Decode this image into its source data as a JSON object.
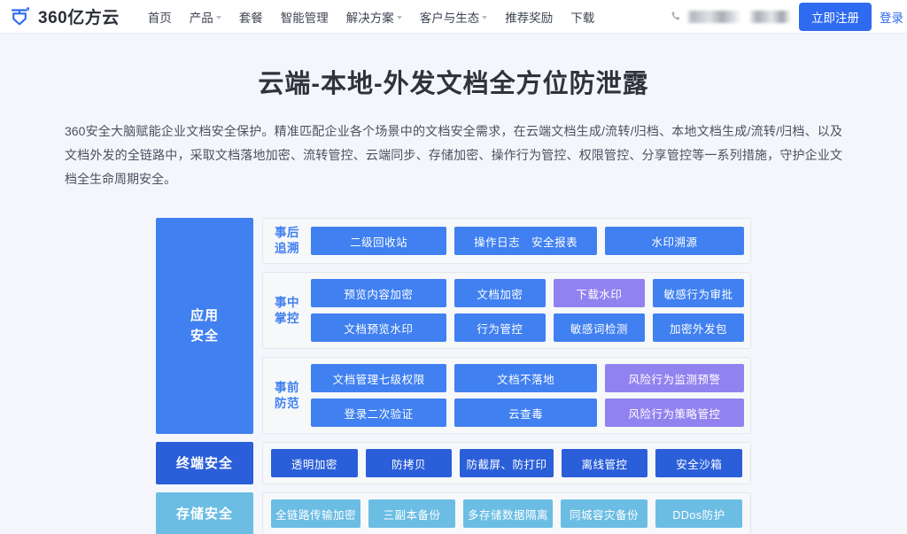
{
  "navbar": {
    "brand_text": "360亿方云",
    "brand_icon": "shield-logo-icon",
    "links": [
      {
        "label": "首页",
        "has_caret": false
      },
      {
        "label": "产品",
        "has_caret": true
      },
      {
        "label": "套餐",
        "has_caret": false
      },
      {
        "label": "智能管理",
        "has_caret": false
      },
      {
        "label": "解决方案",
        "has_caret": true
      },
      {
        "label": "客户与生态",
        "has_caret": true
      },
      {
        "label": "推荐奖励",
        "has_caret": false
      },
      {
        "label": "下载",
        "has_caret": false
      }
    ],
    "phone_icon": "phone-icon",
    "phone_value": "",
    "register_label": "立即注册",
    "login_label": "登录"
  },
  "hero": {
    "title": "云端-本地-外发文档全方位防泄露",
    "description": "360安全大脑赋能企业文档安全保护。精准匹配企业各个场景中的文档安全需求，在云端文档生成/流转/归档、本地文档生成/流转/归档、以及文档外发的全链路中，采取文档落地加密、流转管控、云端同步、存储加密、操作行为管控、权限管控、分享管控等一系列措施，守护企业文档全生命周期安全。"
  },
  "colors": {
    "brand_blue": "#2f6bf0",
    "chip_blue": "#4080f0",
    "chip_purple": "#9282f0",
    "chip_dark_blue": "#2b5fd9",
    "chip_light_blue": "#6bbde4",
    "page_bg": "#f4f6fb",
    "group_bg": "#f7f8fa"
  },
  "diagram": {
    "tiers": [
      {
        "label": "应用\n安全",
        "label_line1": "应用",
        "label_line2": "安全",
        "color": "#4080f0",
        "groups": [
          {
            "label_line1": "事后",
            "label_line2": "追溯",
            "rows": [
              [
                {
                  "label": "二级回收站",
                  "color": "blue",
                  "flex": 2
                },
                {
                  "label": "操作日志　安全报表",
                  "color": "blue",
                  "flex": 2.1
                },
                {
                  "label": "水印溯源",
                  "color": "blue",
                  "flex": 2.05
                }
              ]
            ]
          },
          {
            "label_line1": "事中",
            "label_line2": "掌控",
            "rows": [
              [
                {
                  "label": "预览内容加密",
                  "color": "blue",
                  "flex": 2.15
                },
                {
                  "label": "文档加密",
                  "color": "blue",
                  "flex": 1.45
                },
                {
                  "label": "下载水印",
                  "color": "purple",
                  "flex": 1.45
                },
                {
                  "label": "敏感行为审批",
                  "color": "blue",
                  "flex": 1.45
                }
              ],
              [
                {
                  "label": "文档预览水印",
                  "color": "blue",
                  "flex": 2.15
                },
                {
                  "label": "行为管控",
                  "color": "blue",
                  "flex": 1.45
                },
                {
                  "label": "敏感词检测",
                  "color": "blue",
                  "flex": 1.45
                },
                {
                  "label": "加密外发包",
                  "color": "blue",
                  "flex": 1.45
                }
              ]
            ]
          },
          {
            "label_line1": "事前",
            "label_line2": "防范",
            "rows": [
              [
                {
                  "label": "文档管理七级权限",
                  "color": "blue",
                  "flex": 2
                },
                {
                  "label": "文档不落地",
                  "color": "blue",
                  "flex": 2.1
                },
                {
                  "label": "风险行为监测预警",
                  "color": "purple",
                  "flex": 2.05
                }
              ],
              [
                {
                  "label": "登录二次验证",
                  "color": "blue",
                  "flex": 2
                },
                {
                  "label": "云查毒",
                  "color": "blue",
                  "flex": 2.1
                },
                {
                  "label": "风险行为策略管控",
                  "color": "purple",
                  "flex": 2.05
                }
              ]
            ]
          }
        ]
      },
      {
        "label_line1": "终端安全",
        "label_line2": "",
        "color": "#2b5fd9",
        "flat_chips": [
          {
            "label": "透明加密",
            "color": "dkblue"
          },
          {
            "label": "防拷贝",
            "color": "dkblue"
          },
          {
            "label": "防截屏、防打印",
            "color": "dkblue"
          },
          {
            "label": "离线管控",
            "color": "dkblue"
          },
          {
            "label": "安全沙箱",
            "color": "dkblue"
          }
        ]
      },
      {
        "label_line1": "存储安全",
        "label_line2": "",
        "color": "#6bbde4",
        "flat_chips": [
          {
            "label": "全链路传输加密",
            "color": "ltblue"
          },
          {
            "label": "三副本备份",
            "color": "ltblue"
          },
          {
            "label": "多存储数据隔离",
            "color": "ltblue"
          },
          {
            "label": "同城容灾备份",
            "color": "ltblue"
          },
          {
            "label": "DDos防护",
            "color": "ltblue"
          }
        ]
      }
    ]
  }
}
